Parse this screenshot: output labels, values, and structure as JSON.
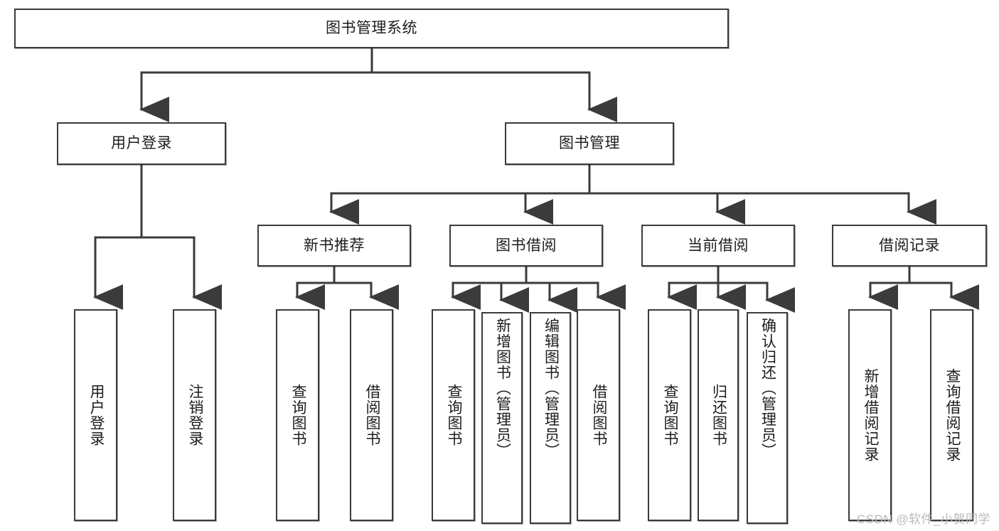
{
  "diagram": {
    "title": "图书管理系统",
    "watermark": "CSDN @软件_小贺同学",
    "line_color": "#3b3b3b",
    "box_fill": "#ffffff",
    "text_color": "#1d1d1d",
    "watermark_color": "#b9b9b9",
    "type": "tree",
    "root": {
      "label": "图书管理系统"
    },
    "level2": [
      {
        "label": "用户登录"
      },
      {
        "label": "图书管理"
      }
    ],
    "level3": [
      {
        "label": "新书推荐"
      },
      {
        "label": "图书借阅"
      },
      {
        "label": "当前借阅"
      },
      {
        "label": "借阅记录"
      }
    ],
    "leaves": {
      "user_login": [
        {
          "label": "用户登录"
        },
        {
          "label": "注销登录"
        }
      ],
      "new_book": [
        {
          "label": "查询图书"
        },
        {
          "label": "借阅图书"
        }
      ],
      "borrow_book": [
        {
          "label": "查询图书"
        },
        {
          "label": "新增图书（管理员）"
        },
        {
          "label": "编辑图书（管理员）"
        },
        {
          "label": "借阅图书"
        }
      ],
      "current_borrow": [
        {
          "label": "查询图书"
        },
        {
          "label": "归还图书"
        },
        {
          "label": "确认归还（管理员）"
        }
      ],
      "borrow_record": [
        {
          "label": "新增借阅记录"
        },
        {
          "label": "查询借阅记录"
        }
      ]
    }
  }
}
